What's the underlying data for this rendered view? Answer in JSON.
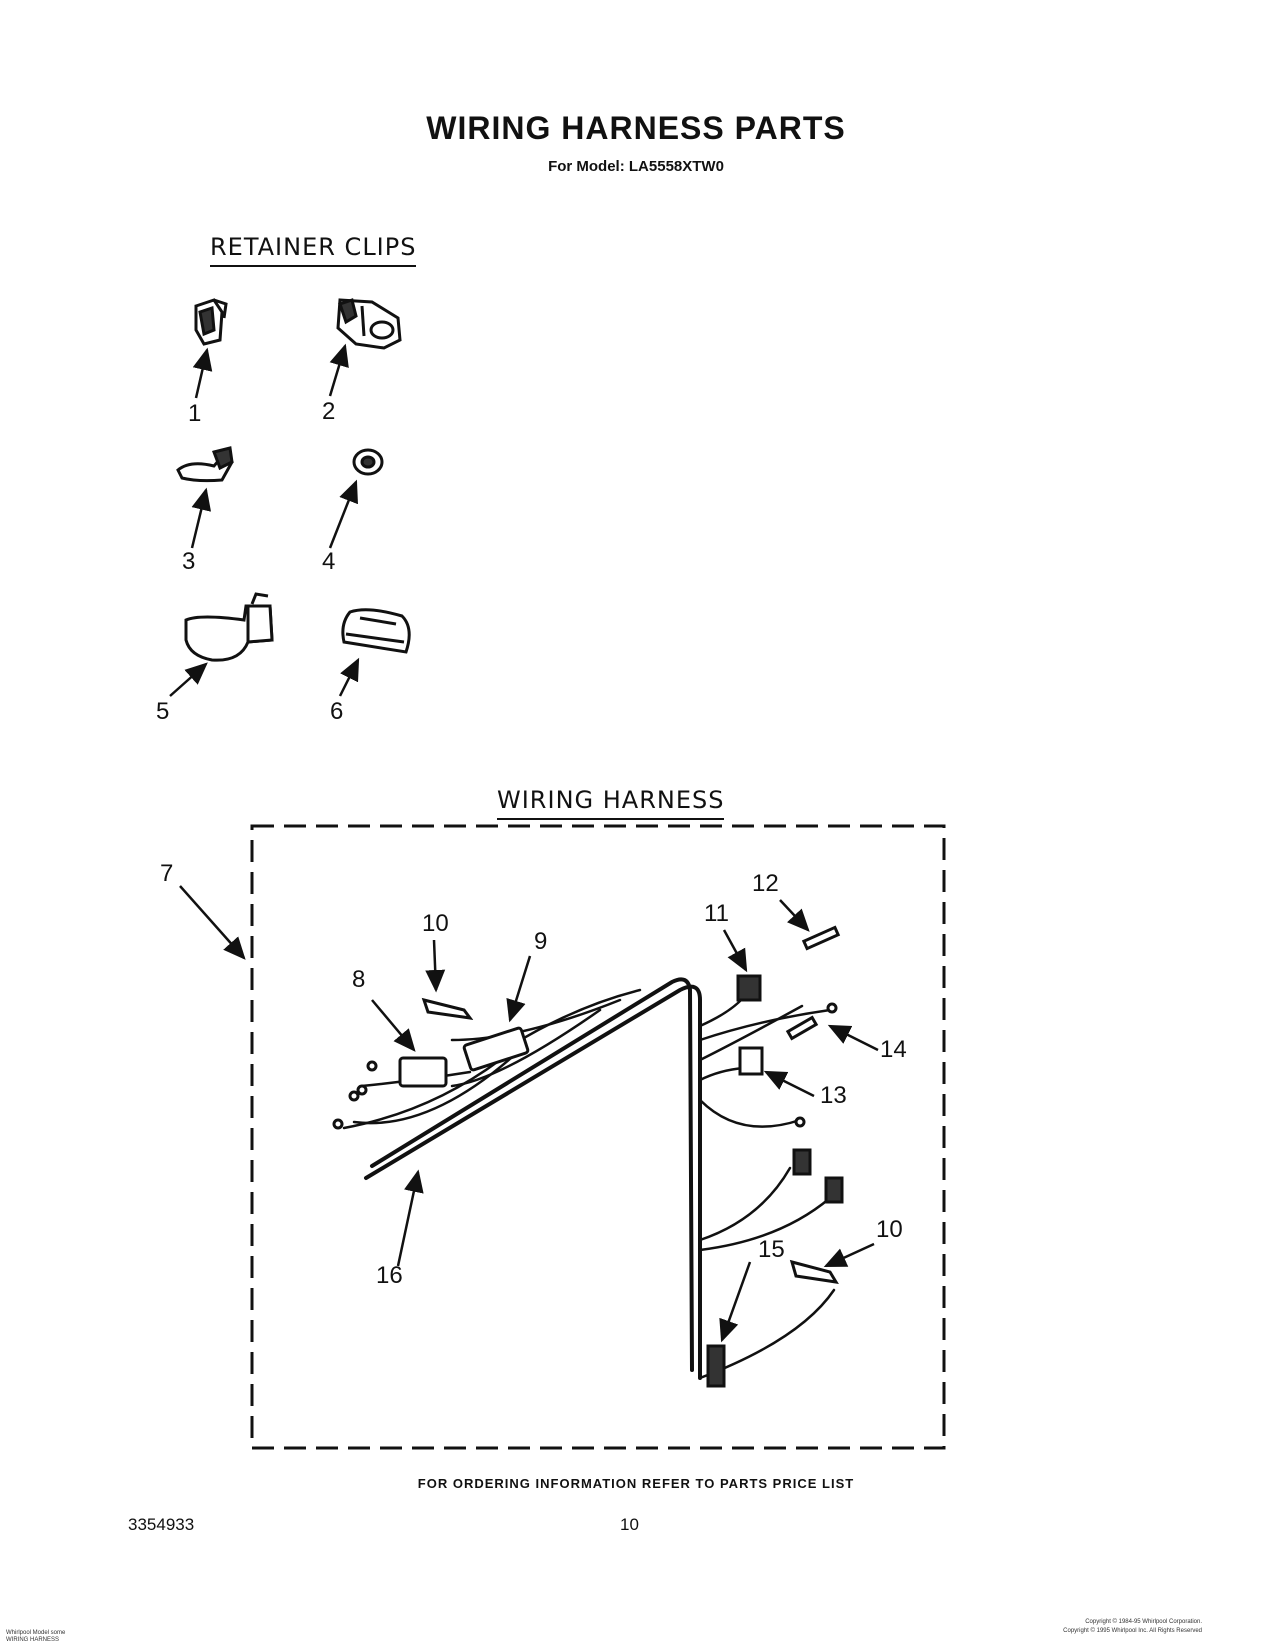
{
  "title": "WIRING HARNESS PARTS",
  "subtitle": "For Model: LA5558XTW0",
  "sections": {
    "retainer_clips": "RETAINER CLIPS",
    "wiring_harness": "WIRING HARNESS"
  },
  "callouts": {
    "c1": "1",
    "c2": "2",
    "c3": "3",
    "c4": "4",
    "c5": "5",
    "c6": "6",
    "c7": "7",
    "c8": "8",
    "c9": "9",
    "c10a": "10",
    "c10b": "10",
    "c11": "11",
    "c12": "12",
    "c13": "13",
    "c14": "14",
    "c15": "15",
    "c16": "16"
  },
  "footer_note": "FOR ORDERING INFORMATION REFER TO PARTS PRICE LIST",
  "doc_number": "3354933",
  "page_number": "10",
  "fine_print": {
    "left_line1": "Whirlpool Model some",
    "left_line2": "WIRING HARNESS",
    "right_line1": "Copyright © 1984-95 Whirlpool Corporation.",
    "right_line2": "Copyright © 1995 Whirlpool Inc.  All Rights Reserved"
  }
}
